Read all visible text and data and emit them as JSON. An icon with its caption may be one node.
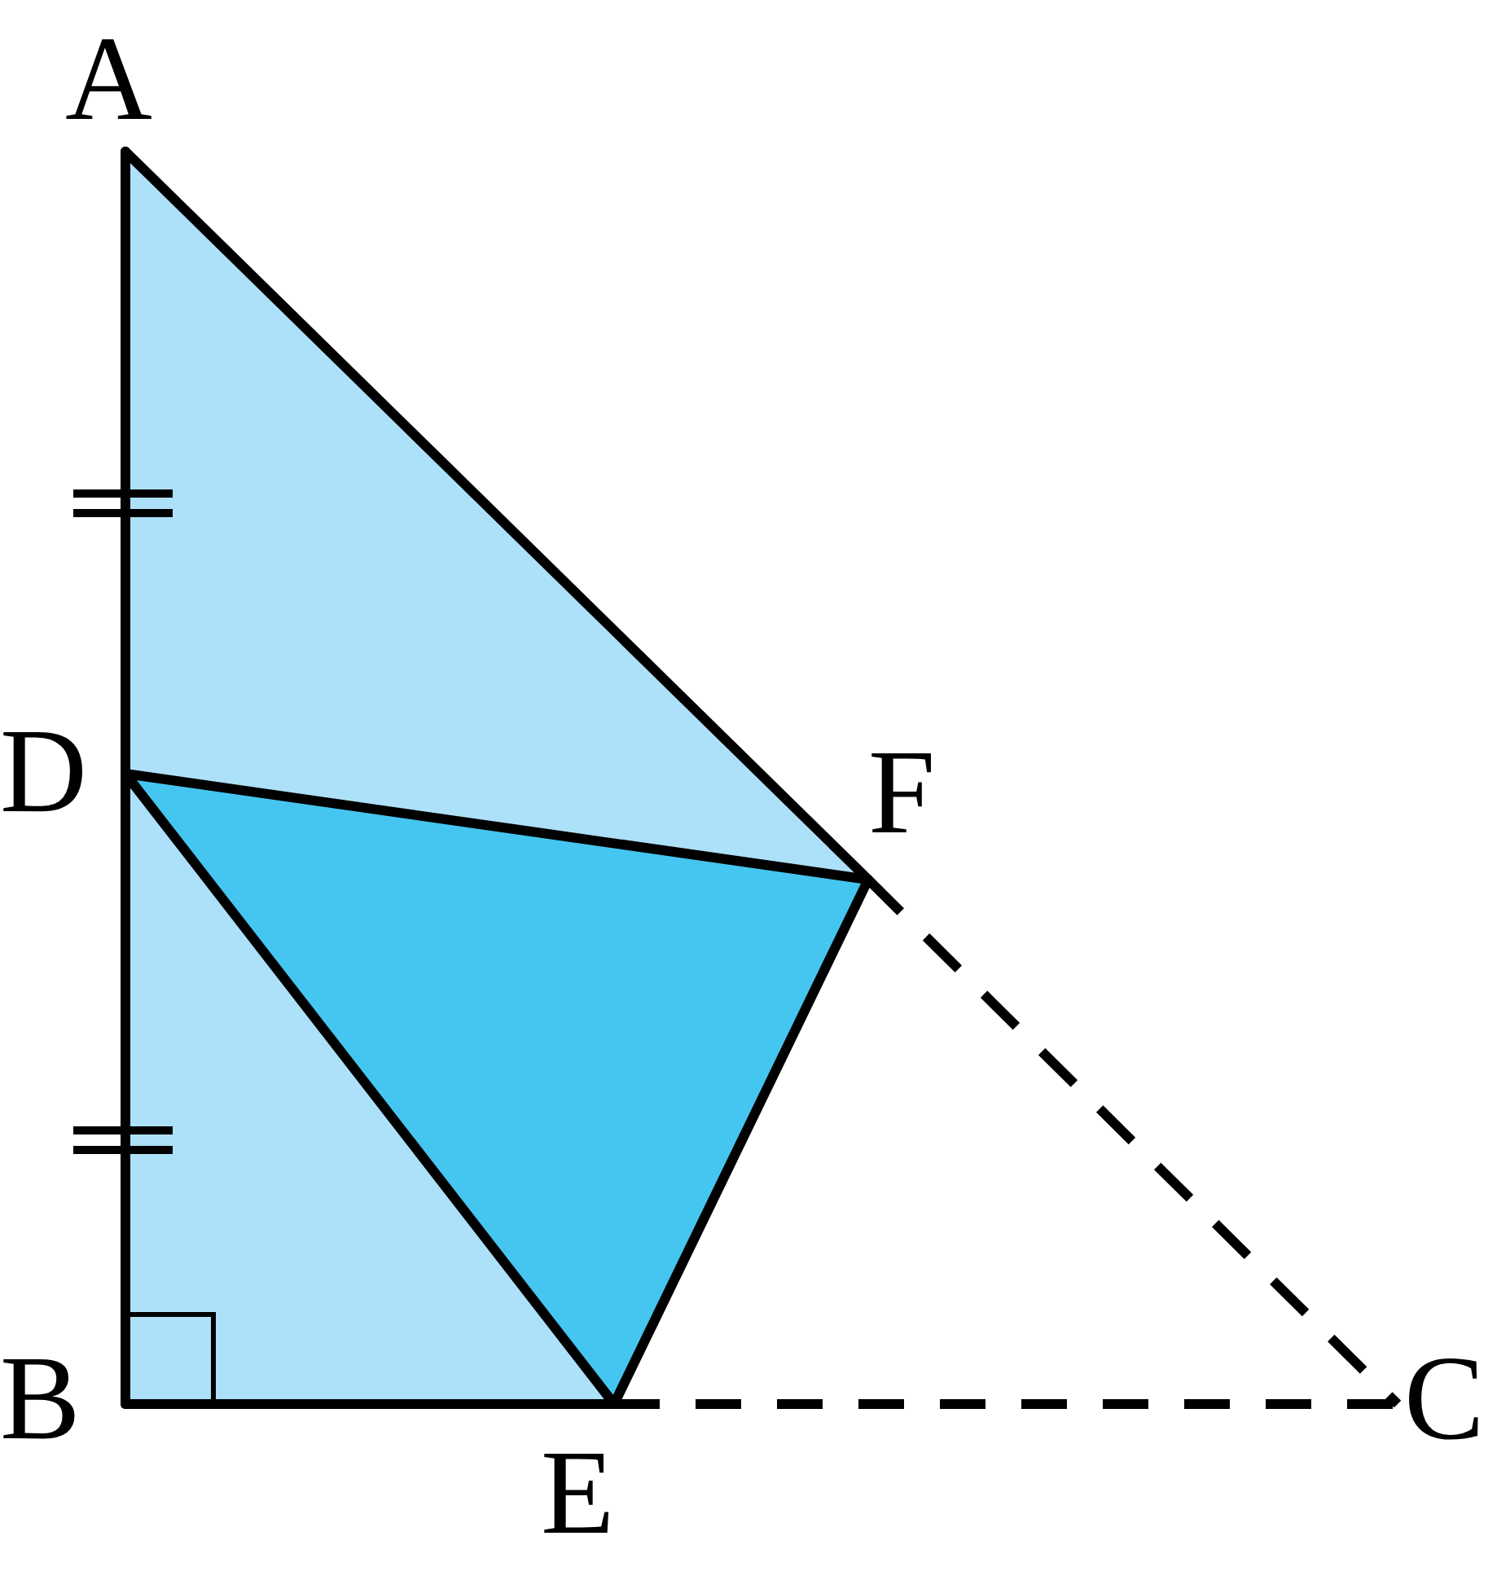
{
  "diagram": {
    "nodes": [
      {
        "text": [
          "A"
        ]
      },
      {
        "text": [
          "D"
        ]
      },
      {
        "text": [
          "F"
        ]
      },
      {
        "text": [
          "B"
        ]
      },
      {
        "text": [
          "C"
        ]
      },
      {
        "text": [
          "E"
        ]
      }
    ],
    "edges": [
      {
        "from": 0,
        "to": 1,
        "arrow": "none"
      },
      {
        "from": 1,
        "to": 3,
        "arrow": "none"
      },
      {
        "from": 0,
        "to": 2,
        "arrow": "none"
      },
      {
        "from": 2,
        "to": 4,
        "arrow": "none",
        "style": "dashed"
      },
      {
        "from": 3,
        "to": 5,
        "arrow": "none"
      },
      {
        "from": 5,
        "to": 4,
        "arrow": "none",
        "style": "dashed"
      },
      {
        "from": 1,
        "to": 2,
        "arrow": "none"
      },
      {
        "from": 1,
        "to": 5,
        "arrow": "none"
      },
      {
        "from": 5,
        "to": 2,
        "arrow": "none"
      }
    ]
  }
}
